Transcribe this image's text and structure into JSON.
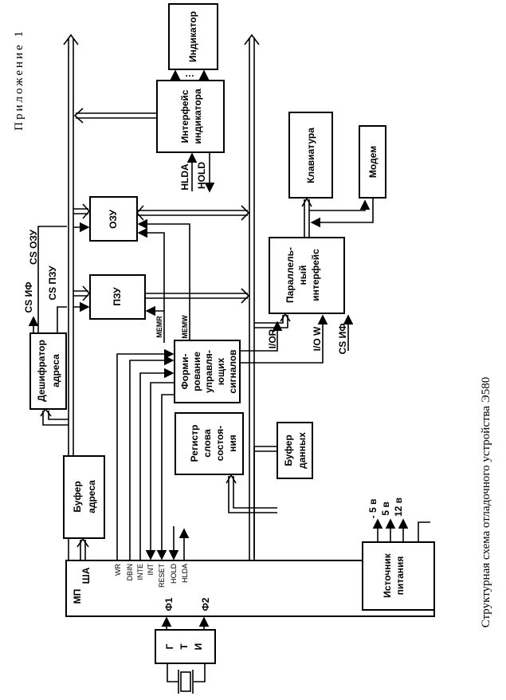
{
  "header": {
    "appendix": "Приложение 1"
  },
  "caption": "Структурная схема отладочного устройства Э580",
  "blocks": {
    "indicator": "Индикатор",
    "indicator_interface": [
      "Интерфейс",
      "индикатора"
    ],
    "ram": "ОЗУ",
    "rom": "ПЗУ",
    "decoder": [
      "Дешифратор",
      "адреса"
    ],
    "address_buffer": [
      "Буфер",
      "адреса"
    ],
    "cpu": "МП",
    "cpu_pin": "ША",
    "clock": [
      "Г",
      "Т",
      "И"
    ],
    "control": [
      "Форми-",
      "рование",
      "управля-",
      "ющих",
      "сигналов"
    ],
    "status_register": [
      "Регистр",
      "слова",
      "состоя-",
      "ния"
    ],
    "data_buffer": [
      "Буфер",
      "данных"
    ],
    "parallel_interface": [
      "Параллель-",
      "ный",
      "интерфейс"
    ],
    "keyboard": "Клавиатура",
    "modem": "Модем",
    "power": [
      "Источник",
      "питания"
    ]
  },
  "signals": {
    "cs_if": "CS ИФ",
    "cs_ram": "CS ОЗУ",
    "cs_rom": "CS ПЗУ",
    "memr": "MEMR",
    "memw": "MEMW",
    "ior": "I/OR",
    "iow": "I/O W",
    "cs_if2": "CS ИФ",
    "hlda_top": "HLDA",
    "hold_top": "HOLD",
    "cpu_signals": [
      "WR",
      "DBIN",
      "INTE",
      "INT",
      "RESET",
      "HOLD",
      "HLDA"
    ],
    "phi1": "Ф1",
    "phi2": "Ф2",
    "dots": "…",
    "voltages": [
      "- 5 в",
      "5 в",
      "12 в"
    ]
  }
}
